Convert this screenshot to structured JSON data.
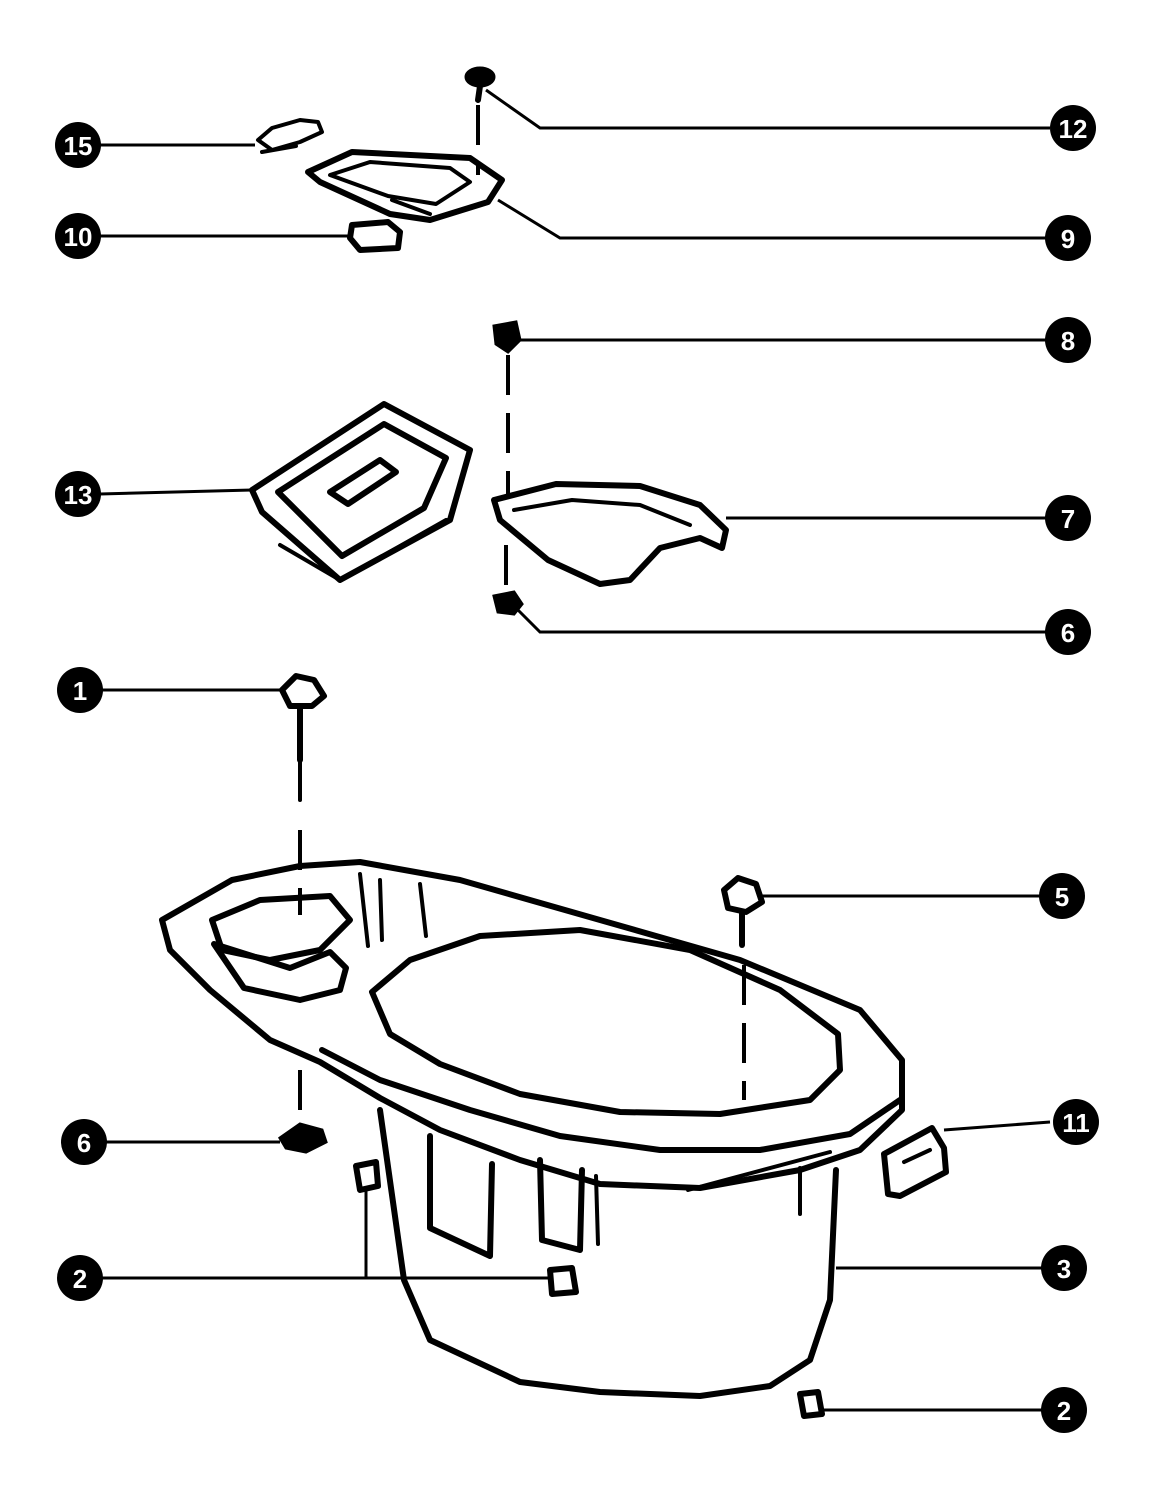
{
  "diagram": {
    "callouts": [
      {
        "id": "c15",
        "label": "15"
      },
      {
        "id": "c12",
        "label": "12"
      },
      {
        "id": "c10",
        "label": "10"
      },
      {
        "id": "c9",
        "label": "9"
      },
      {
        "id": "c8",
        "label": "8"
      },
      {
        "id": "c13",
        "label": "13"
      },
      {
        "id": "c7",
        "label": "7"
      },
      {
        "id": "c6a",
        "label": "6"
      },
      {
        "id": "c1",
        "label": "1"
      },
      {
        "id": "c5",
        "label": "5"
      },
      {
        "id": "c6b",
        "label": "6"
      },
      {
        "id": "c11",
        "label": "11"
      },
      {
        "id": "c2a",
        "label": "2"
      },
      {
        "id": "c3",
        "label": "3"
      },
      {
        "id": "c2b",
        "label": "2"
      }
    ],
    "colors": {
      "ink": "#000000",
      "paper": "#ffffff"
    }
  }
}
